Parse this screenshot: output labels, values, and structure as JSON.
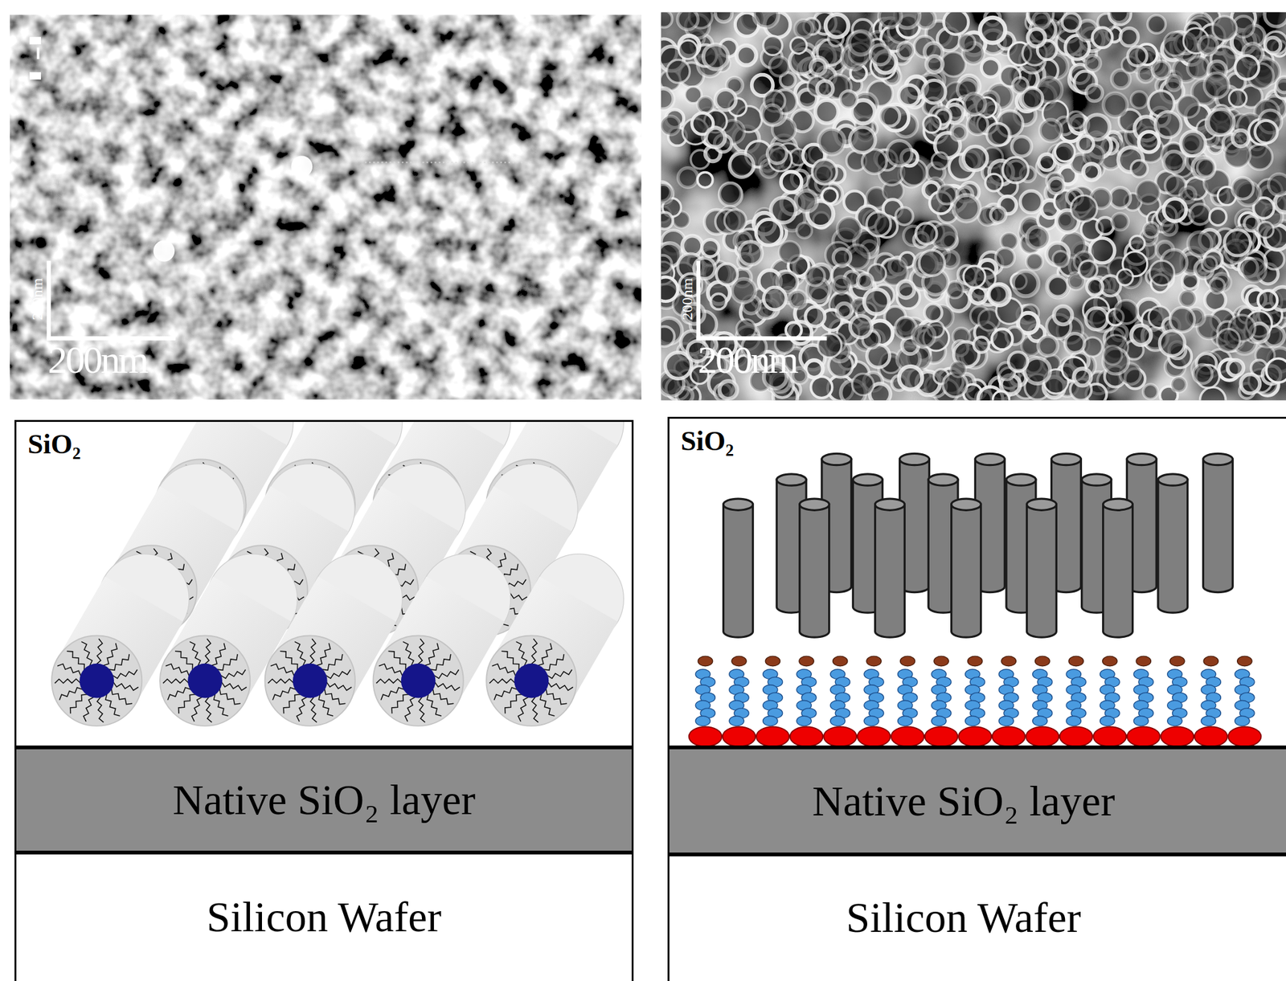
{
  "diagram": {
    "nodes": [
      {
        "text": [
          "SiO₂"
        ]
      },
      {
        "text": [
          "Native SiO₂ layer"
        ]
      },
      {
        "text": [
          "Silicon Wafer"
        ]
      },
      {
        "text": [
          "SiO₂"
        ]
      },
      {
        "text": [
          "Native SiO₂ layer"
        ]
      },
      {
        "text": [
          "Silicon Wafer"
        ]
      }
    ],
    "labels": [
      "200nm",
      "200nm",
      "200nm",
      "200nm"
    ]
  }
}
